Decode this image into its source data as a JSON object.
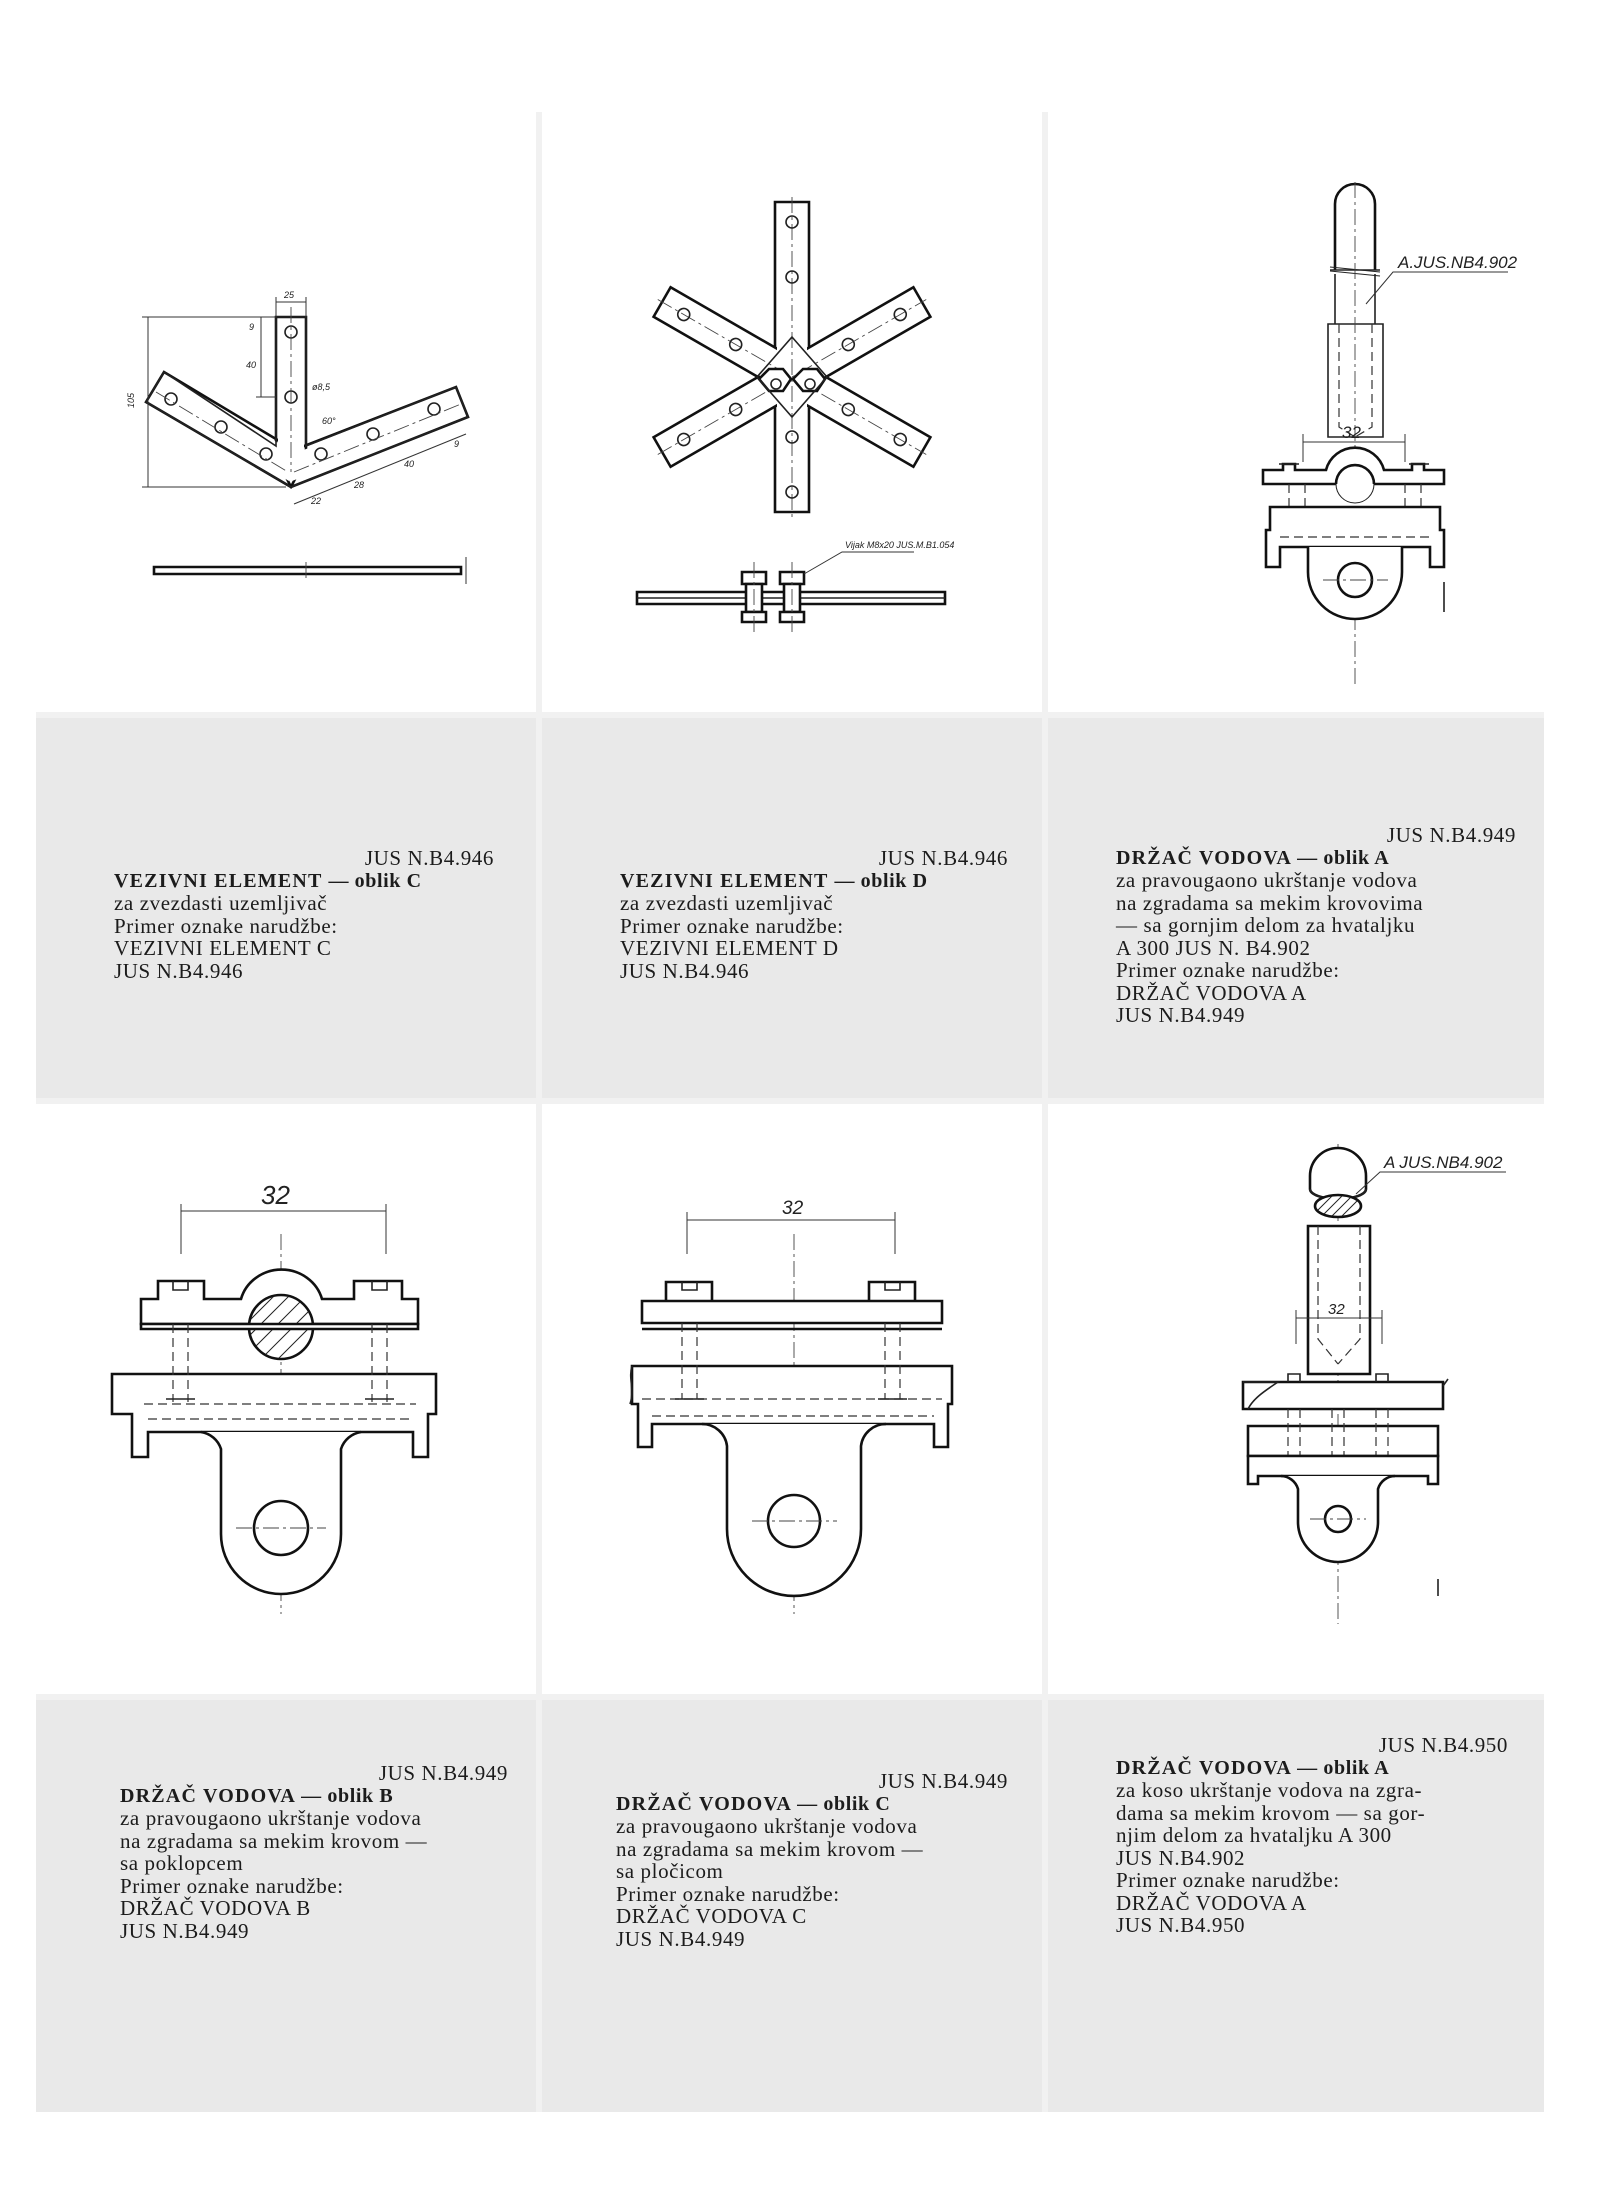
{
  "drawing_labels": {
    "hatch_top_right": "A.JUS.NB4.902",
    "hatch_bottom_right": "A JUS.NB4.902",
    "bolt_label": "Vijak M8x20 JUS.M.B1.054",
    "dim_32": "32",
    "dims_c": {
      "w25": "25",
      "h9": "9",
      "h40": "40",
      "d85": "ø8,5",
      "a60": "60°",
      "h105": "105",
      "b22": "22",
      "b28": "28",
      "b40": "40",
      "b9": "9"
    }
  },
  "captions": [
    {
      "standard": "JUS N.B4.946",
      "title": "VEZIVNI ELEMENT",
      "form": "— oblik C",
      "lines": [
        "za zvezdasti uzemljivač",
        "Primer oznake narudžbe:",
        "VEZIVNI ELEMENT C",
        "JUS N.B4.946"
      ]
    },
    {
      "standard": "JUS N.B4.946",
      "title": "VEZIVNI ELEMENT",
      "form": "— oblik D",
      "lines": [
        "za zvezdasti uzemljivač",
        "Primer oznake narudžbe:",
        "VEZIVNI ELEMENT D",
        "JUS N.B4.946"
      ]
    },
    {
      "standard": "JUS N.B4.949",
      "title": "DRŽAČ VODOVA",
      "form": "— oblik A",
      "lines": [
        "za pravougaono ukrštanje vodova",
        "na zgradama sa mekim krovovima",
        "— sa gornjim delom za hvataljku",
        "A 300 JUS N. B4.902",
        "Primer oznake narudžbe:",
        "DRŽAČ VODOVA A",
        "JUS N.B4.949"
      ]
    },
    {
      "standard": "JUS N.B4.949",
      "title": "DRŽAČ VODOVA",
      "form": "— oblik B",
      "lines": [
        "za pravougaono ukrštanje vodova",
        "na zgradama sa mekim krovom —",
        "sa poklopcem",
        "Primer oznake narudžbe:",
        "DRŽAČ VODOVA B",
        "JUS N.B4.949"
      ]
    },
    {
      "standard": "JUS N.B4.949",
      "title": "DRŽAČ VODOVA",
      "form": "— oblik C",
      "lines": [
        "za pravougaono ukrštanje vodova",
        "na zgradama sa mekim krovom —",
        "sa pločicom",
        "Primer oznake narudžbe:",
        "DRŽAČ VODOVA C",
        "JUS N.B4.949"
      ]
    },
    {
      "standard": "JUS N.B4.950",
      "title": "DRŽAČ VODOVA",
      "form": "— oblik A",
      "lines": [
        "za koso ukrštanje vodova na zgra-",
        "dama sa mekim krovom — sa gor-",
        "njim delom za hvataljku A 300",
        "JUS N.B4.902",
        "Primer oznake narudžbe:",
        "DRŽAČ VODOVA A",
        "JUS N.B4.950"
      ]
    }
  ]
}
